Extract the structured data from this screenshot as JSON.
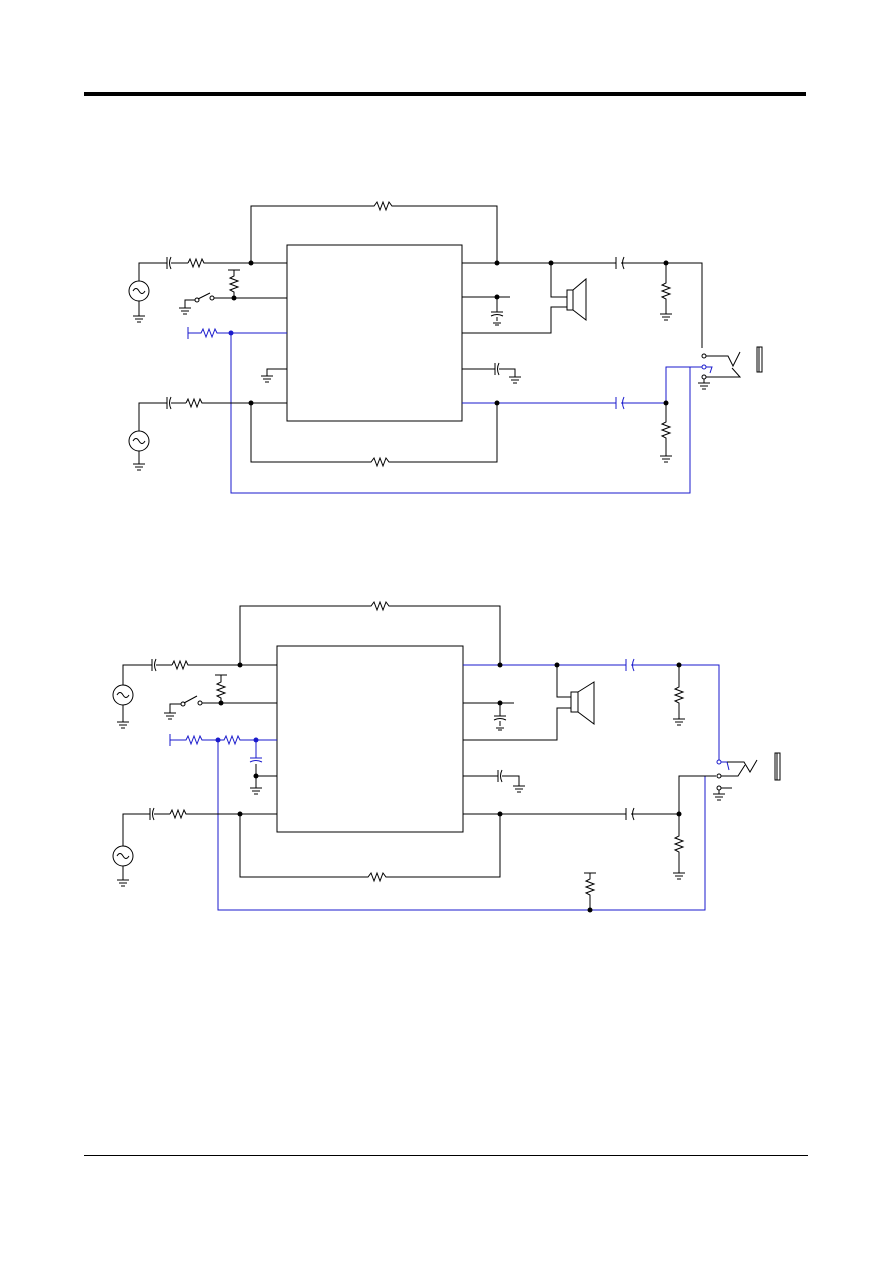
{
  "document": {
    "figures": [
      {
        "id": "figure-1",
        "text": []
      },
      {
        "id": "figure-2",
        "text": []
      }
    ]
  },
  "colors": {
    "wire_default": "#000000",
    "wire_highlight": "#1a1acc",
    "page_background": "#ffffff"
  },
  "icons": [
    "ac-source-icon",
    "capacitor-icon",
    "resistor-icon",
    "switch-icon",
    "ground-icon",
    "speaker-icon",
    "headphone-jack-icon",
    "amplifier-ic-block"
  ]
}
